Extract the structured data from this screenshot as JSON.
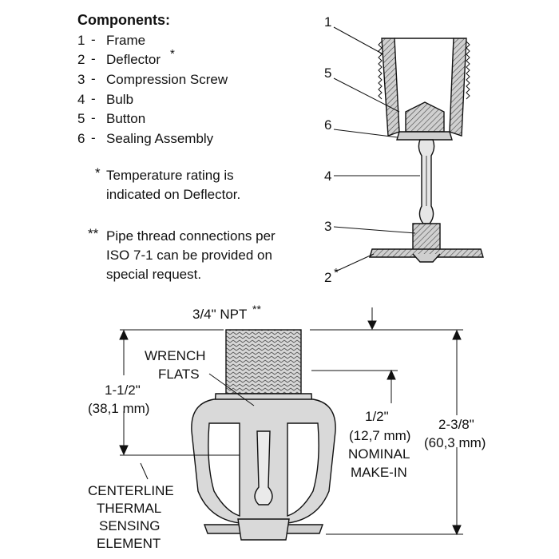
{
  "components": {
    "heading": "Components:",
    "items": [
      {
        "num": "1",
        "dash": "-",
        "label": "Frame",
        "mark": ""
      },
      {
        "num": "2",
        "dash": "-",
        "label": "Deflector",
        "mark": "*"
      },
      {
        "num": "3",
        "dash": "-",
        "label": "Compression Screw",
        "mark": ""
      },
      {
        "num": "4",
        "dash": "-",
        "label": "Bulb",
        "mark": ""
      },
      {
        "num": "5",
        "dash": "-",
        "label": "Button",
        "mark": ""
      },
      {
        "num": "6",
        "dash": "-",
        "label": "Sealing Assembly",
        "mark": ""
      }
    ]
  },
  "notes": {
    "single_mark": "*",
    "single_line1": "Temperature rating is",
    "single_line2": "indicated on Deflector.",
    "double_mark": "**",
    "double_line1": "Pipe thread connections per",
    "double_line2": "ISO 7-1 can be provided on",
    "double_line3": "special request."
  },
  "callouts": {
    "c1": "1",
    "c5": "5",
    "c6": "6",
    "c4": "4",
    "c3": "3",
    "c2": "2",
    "c2_mark": "*"
  },
  "dimensions": {
    "npt": "3/4\" NPT",
    "npt_mark": "**",
    "wrench_line1": "WRENCH",
    "wrench_line2": "FLATS",
    "height_a_line1": "1-1/2\"",
    "height_a_line2": "(38,1 mm)",
    "makein_line1": "1/2\"",
    "makein_line2": "(12,7 mm)",
    "makein_line3": "NOMINAL",
    "makein_line4": "MAKE-IN",
    "height_b_line1": "2-3/8\"",
    "height_b_line2": "(60,3 mm)",
    "centerline_line1": "CENTERLINE",
    "centerline_line2": "THERMAL",
    "centerline_line3": "SENSING",
    "centerline_line4": "ELEMENT"
  },
  "colors": {
    "ink": "#111111",
    "hatch_fill": "#bdbdbd",
    "body_fill": "#d9d9d9"
  }
}
